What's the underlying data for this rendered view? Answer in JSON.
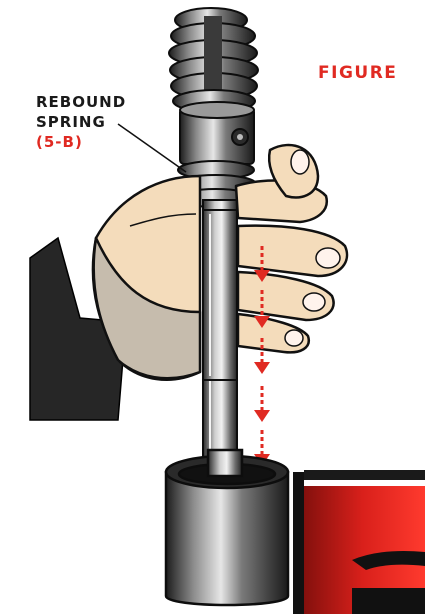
{
  "figure_label": "Figure",
  "callout": {
    "line1": "REBOUND",
    "line2": "SPRING",
    "ref": "(5-B)"
  },
  "colors": {
    "accent_red": "#e02a22",
    "dark_red": "#8e1410",
    "skin": "#f4dcbb",
    "skin_shadow": "#b9b0a2",
    "metal_dark": "#1f1f1f",
    "metal_mid": "#6a6a6a",
    "metal_light": "#d8d8d8",
    "outline": "#111111"
  },
  "compression_arrows": 5
}
